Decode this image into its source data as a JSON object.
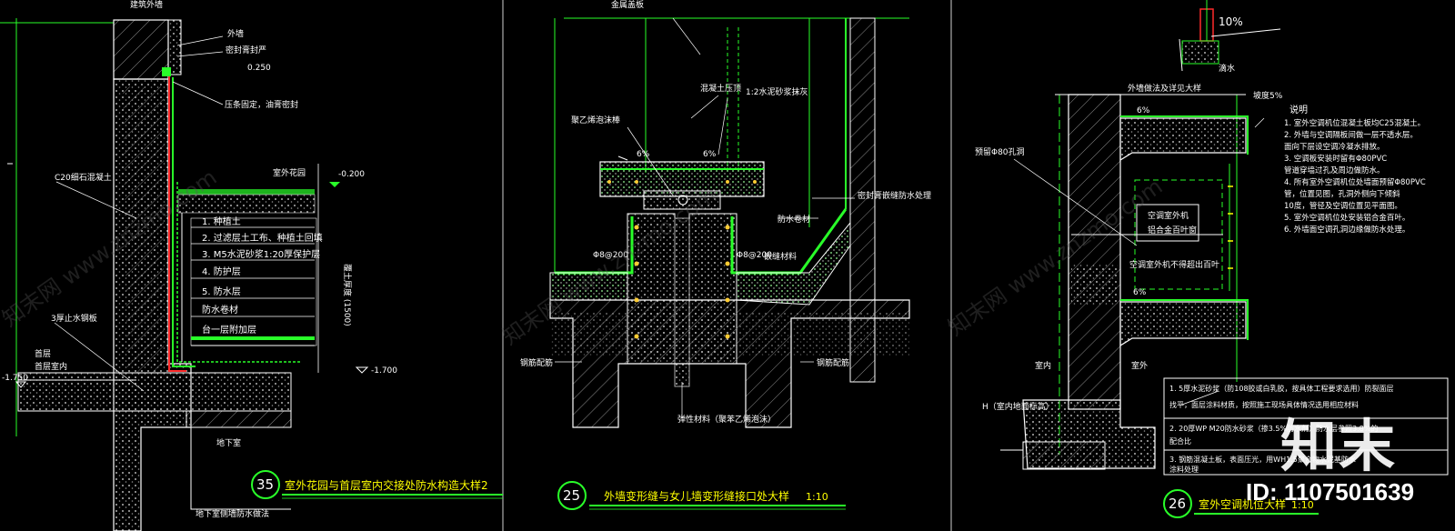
{
  "colors": {
    "background": "#000000",
    "wall": "#ffffff",
    "green": "#29ff29",
    "yellow": "#ffff00",
    "red": "#ff2a2a",
    "hatch": "#9a9a9a"
  },
  "watermark": {
    "site": "知末网 www.znzmo.com",
    "logo": "知末",
    "id_label": "ID: 1107501639"
  },
  "detail35": {
    "number": "35",
    "title": "室外花园与首层室内交接处防水构造大样2",
    "elev_top": "-0.200",
    "elev_bottom": "-1.700",
    "elev_left": "-1.750",
    "dim_vertical": "覆土厚度 (1500)",
    "dim_small": "0.250",
    "labels": {
      "top": "建筑外墙",
      "outer_wall": "外墙",
      "seal": "密封膏封严",
      "press": "压条固定，油膏密封",
      "garden": "室外花园",
      "concrete": "C20细石混凝土",
      "stop": "3厚止水钢板",
      "indoor1": "首层",
      "indoor2": "首层室内",
      "basement": "地下室",
      "basement_note": "地下室侧墙防水做法"
    },
    "layers": [
      "1. 种植土",
      "2. 过滤层土工布、种植土回填",
      "3. M5水泥砂浆1:20厚保护层",
      "4. 防护层",
      "5. 防水层",
      "防水卷材",
      "台一层附加层"
    ]
  },
  "detail25": {
    "number": "25",
    "title": "外墙变形缝与女儿墙变形缝接口处大样",
    "scale": "1:10",
    "labels": {
      "top": "金属盖板",
      "concrete": "混凝土压顶",
      "mortar": "1:2水泥砂浆抹灰",
      "pe_rod": "聚乙烯泡沫棒",
      "slope_l": "6%",
      "slope_r": "6%",
      "rebar_l": "Φ8@200",
      "rebar_r": "Φ8@200",
      "waterproof": "防水卷材",
      "seal_mat": "嵌缝材料",
      "vertical_seal": "密封膏嵌缝防水处理",
      "left_base": "钢筋配筋",
      "right_base": "钢筋配筋",
      "filler": "弹性材料（聚苯乙烯泡沫）"
    }
  },
  "detail26": {
    "number": "26",
    "title": "室外空调机位大样",
    "scale": "1:10",
    "labels": {
      "drain": "滴水",
      "slope_top": "6%",
      "slope_mid": "6%",
      "slope_sn": "坡度5%",
      "hole": "预留Φ80孔洞",
      "ac": "空调室外机",
      "louver": "铝合金百叶窗",
      "indoor": "室内",
      "outdoor": "室外",
      "h_label": "H（室内地面标高）",
      "pct_top": "10%",
      "note_top": "外墙做法及详见大样",
      "ac_note": "空调室外机不得超出百叶"
    },
    "notes_title": "说明",
    "notes": [
      "1. 室外空调机位混凝土板均C25混凝土。",
      "2. 外墙与空调隔板间做一层不透水层。",
      "   面向下层设空调冷凝水排放。",
      "3. 空调板安装时留有Φ80PVC",
      "   管道穿墙过孔及周边做防水。",
      "4. 所有室外空调机位处墙面预留Φ80PVC",
      "   管，位置见图，孔洞外侧向下倾斜",
      "   10度，管径及空调位置见平面图。",
      "5. 室外空调机位处安装铝合金百叶。",
      "6. 外墙面空调孔洞边缘做防水处理。"
    ],
    "construction": [
      "1. 5厚水泥砂浆（防108胶或白乳胶，按具体工程要求选用）防裂面层",
      "   找平，面层涂料材质，按照施工现场具体情况选用相应材料",
      "2. 20厚WP M20防水砂浆（掺3.5%防水剂）防水层参照3.8%的",
      "   配合比",
      "3. 钢筋混凝土板，表面压光，用WH1.5聚合物水泥基防水",
      "   涂料处理"
    ]
  }
}
